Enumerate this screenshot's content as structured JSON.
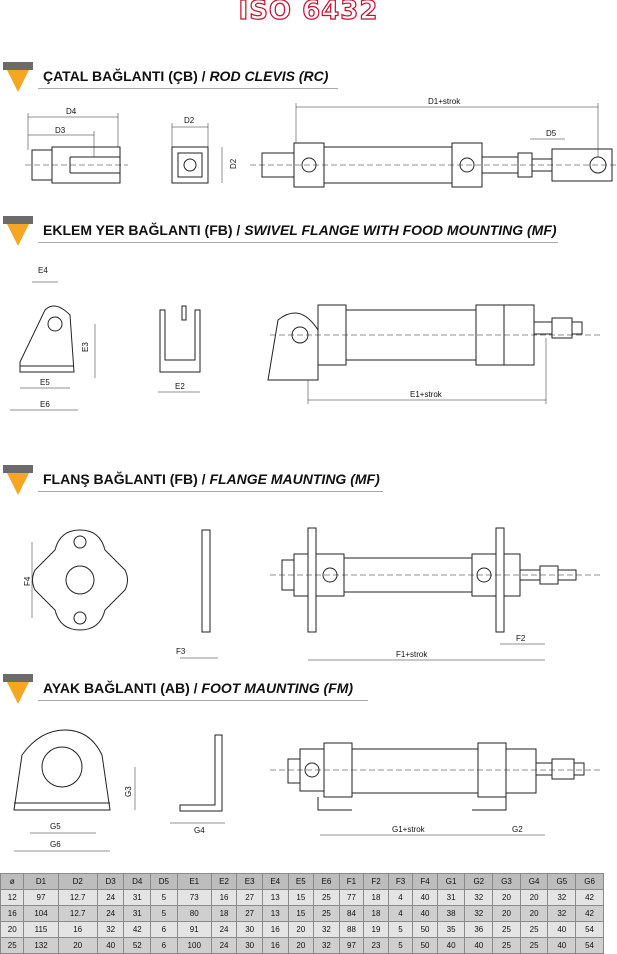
{
  "title": "ISO 6432",
  "sections": [
    {
      "tr": "ÇATAL BAĞLANTI (ÇB)",
      "sep": " / ",
      "en": "ROD CLEVIS (RC)"
    },
    {
      "tr": "EKLEM YER BAĞLANTI (FB)",
      "sep": " / ",
      "en": "SWIVEL FLANGE WITH FOOD MOUNTING (MF)"
    },
    {
      "tr": "FLANŞ BAĞLANTI (FB)",
      "sep": " / ",
      "en": "FLANGE MAUNTING (MF)"
    },
    {
      "tr": "AYAK BAĞLANTI (AB)",
      "sep": " / ",
      "en": "FOOT MAUNTING (FM)"
    }
  ],
  "dims": {
    "d1": "D1+strok",
    "d2": "D2",
    "d3": "D3",
    "d4": "D4",
    "d5": "D5",
    "e1": "E1+strok",
    "e2": "E2",
    "e3": "E3",
    "e4": "E4",
    "e5": "E5",
    "e6": "E6",
    "f1": "F1+strok",
    "f2": "F2",
    "f3": "F3",
    "f4": "F4",
    "g1": "G1+strok",
    "g2": "G2",
    "g3": "G3",
    "g4": "G4",
    "g5": "G5",
    "g6": "G6"
  },
  "table": {
    "headers": [
      "ø",
      "D1",
      "D2",
      "D3",
      "D4",
      "D5",
      "E1",
      "E2",
      "E3",
      "E4",
      "E5",
      "E6",
      "F1",
      "F2",
      "F3",
      "F4",
      "G1",
      "G2",
      "G3",
      "G4",
      "G5",
      "G6"
    ],
    "rows": [
      [
        "12",
        "97",
        "12.7",
        "24",
        "31",
        "5",
        "73",
        "16",
        "27",
        "13",
        "15",
        "25",
        "77",
        "18",
        "4",
        "40",
        "31",
        "32",
        "20",
        "20",
        "32",
        "42"
      ],
      [
        "16",
        "104",
        "12.7",
        "24",
        "31",
        "5",
        "80",
        "18",
        "27",
        "13",
        "15",
        "25",
        "84",
        "18",
        "4",
        "40",
        "38",
        "32",
        "20",
        "20",
        "32",
        "42"
      ],
      [
        "20",
        "115",
        "16",
        "32",
        "42",
        "6",
        "91",
        "24",
        "30",
        "16",
        "20",
        "32",
        "88",
        "19",
        "5",
        "50",
        "35",
        "36",
        "25",
        "25",
        "40",
        "54"
      ],
      [
        "25",
        "132",
        "20",
        "40",
        "52",
        "6",
        "100",
        "24",
        "30",
        "16",
        "20",
        "32",
        "97",
        "23",
        "5",
        "50",
        "40",
        "40",
        "25",
        "25",
        "40",
        "54"
      ]
    ]
  }
}
